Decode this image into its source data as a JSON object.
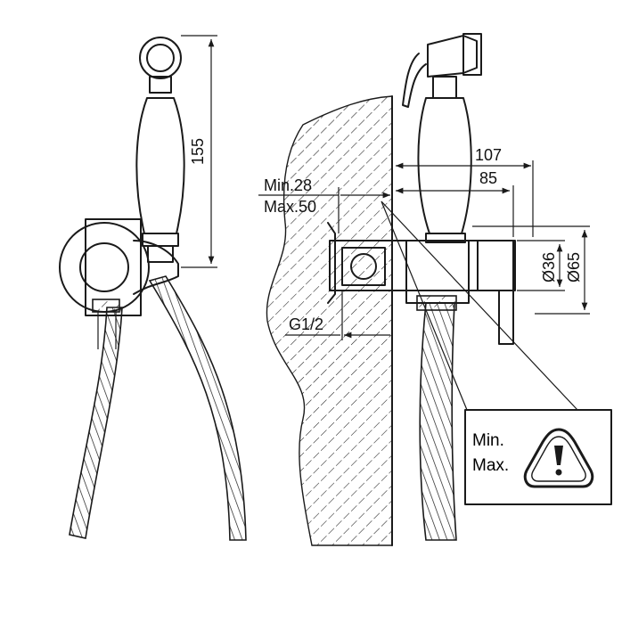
{
  "dimensions": {
    "height_total": "155",
    "depth_outer": "107",
    "depth_inner": "85",
    "wall_min": "Min.28",
    "wall_max": "Max.50",
    "thread": "G1/2",
    "dia_small": "Ø36",
    "dia_large": "Ø65"
  },
  "warning_box": {
    "line1": "Min.",
    "line2": "Max.",
    "icon": "warning-triangle-icon"
  },
  "colors": {
    "line": "#1a1a1a",
    "background": "#ffffff"
  }
}
